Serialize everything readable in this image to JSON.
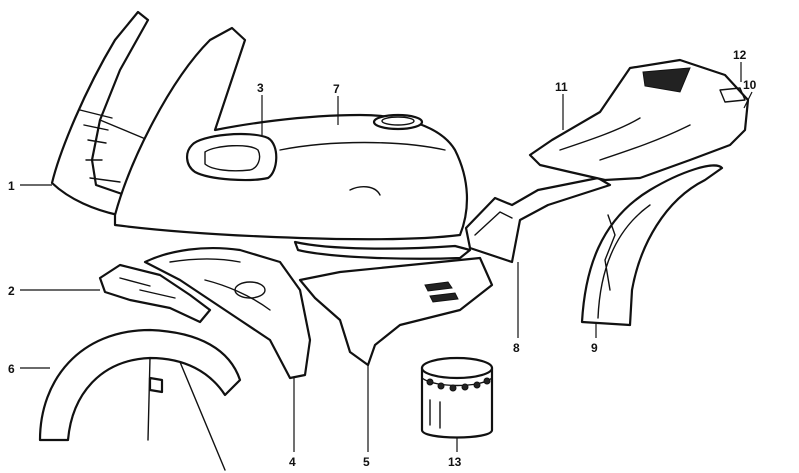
{
  "callouts": {
    "c1": "1",
    "c2": "2",
    "c3": "3",
    "c4": "4",
    "c5": "5",
    "c6": "6",
    "c7": "7",
    "c8": "8",
    "c9": "9",
    "c10": "10",
    "c11": "11",
    "c12": "12",
    "c13": "13"
  },
  "colors": {
    "ink": "#111111",
    "paper": "#ffffff"
  }
}
